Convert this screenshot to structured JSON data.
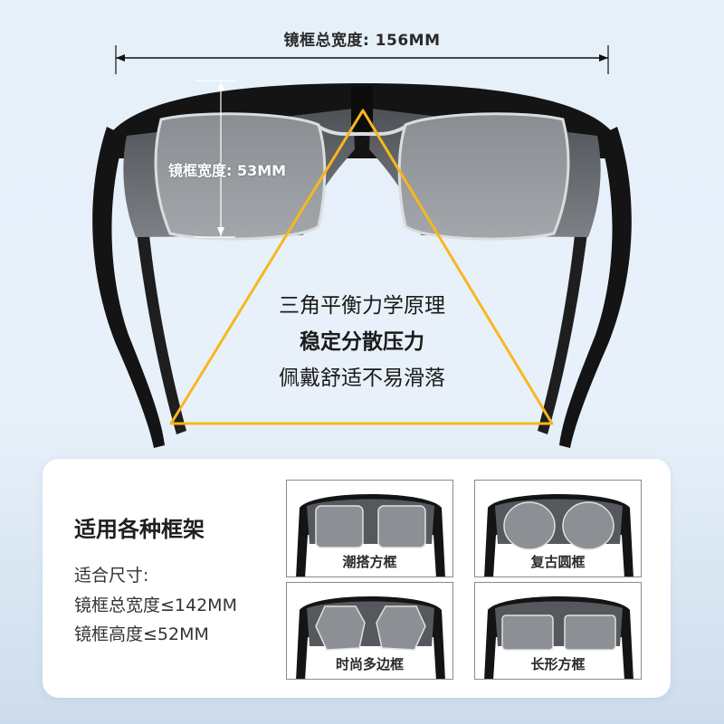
{
  "dimensions": {
    "total_width_label": "镜框总宽度: 156MM",
    "lens_height_label": "镜框宽度: 53MM"
  },
  "center_message": {
    "line1": "三角平衡力学原理",
    "line2": "稳定分散压力",
    "line3": "佩戴舒适不易滑落"
  },
  "panel": {
    "title": "适用各种框架",
    "fit_label": "适合尺寸:",
    "max_width": "镜框总宽度≤142MM",
    "max_height": "镜框高度≤52MM",
    "frames": [
      {
        "label": "潮搭方框",
        "shape": "square"
      },
      {
        "label": "复古圆框",
        "shape": "round"
      },
      {
        "label": "时尚多边框",
        "shape": "polygon"
      },
      {
        "label": "长形方框",
        "shape": "rectangle"
      }
    ]
  },
  "colors": {
    "accent_triangle": "#f7b81c",
    "frame_black": "#141414",
    "lens_gray": "#6b6f73",
    "background": "#e6f0f9",
    "panel_bg": "#ffffff"
  }
}
